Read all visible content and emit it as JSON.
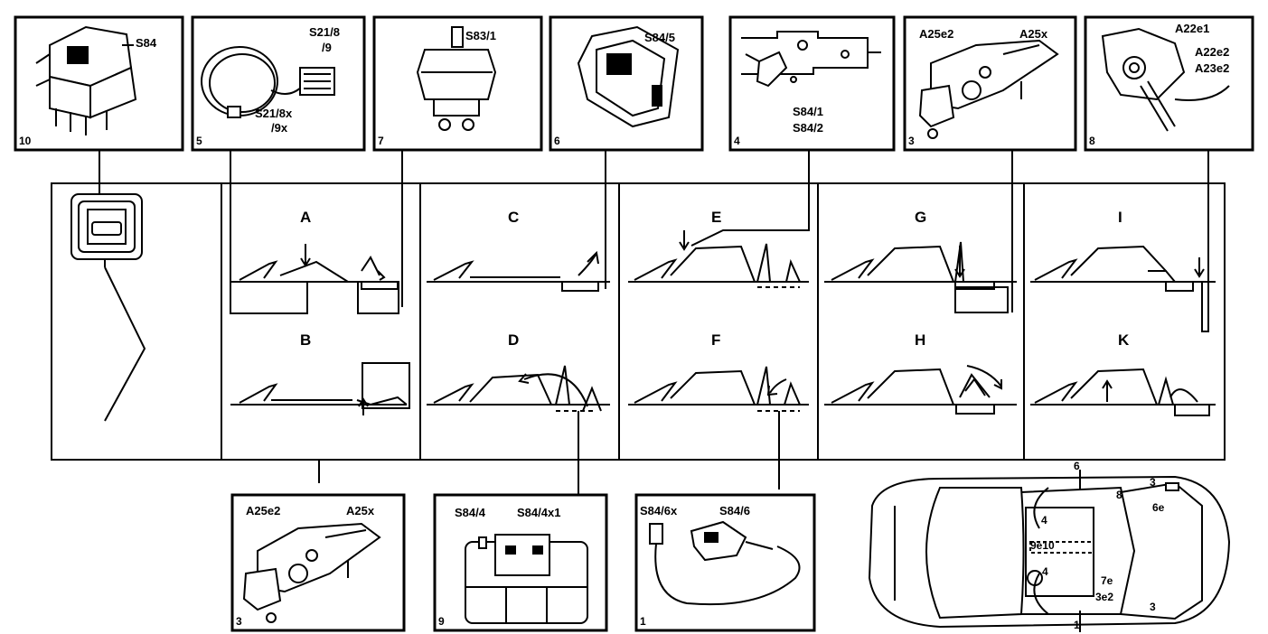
{
  "component_boxes": {
    "top": [
      {
        "number": "10",
        "labels": [
          "S84"
        ]
      },
      {
        "number": "5",
        "labels": [
          "S21/8",
          "/9",
          "S21/8x",
          "/9x"
        ]
      },
      {
        "number": "7",
        "labels": [
          "S83/1"
        ]
      },
      {
        "number": "6",
        "labels": [
          "S84/5"
        ]
      },
      {
        "number": "4",
        "labels": [
          "S84/1",
          "S84/2"
        ]
      },
      {
        "number": "3",
        "labels": [
          "A25e2",
          "A25x"
        ]
      },
      {
        "number": "8",
        "labels": [
          "A22e1",
          "A22e2",
          "A23e2"
        ]
      }
    ],
    "bottom": [
      {
        "number": "3",
        "labels": [
          "A25e2",
          "A25x"
        ]
      },
      {
        "number": "9",
        "labels": [
          "S84/4",
          "S84/4x1"
        ]
      },
      {
        "number": "1",
        "labels": [
          "S84/6x",
          "S84/6"
        ]
      }
    ]
  },
  "sequence_panels": {
    "top_row": [
      "A",
      "C",
      "E",
      "G",
      "I"
    ],
    "bottom_row": [
      "B",
      "D",
      "F",
      "H",
      "K"
    ]
  },
  "car_top_view": {
    "location_labels": [
      "6",
      "3",
      "8",
      "6e",
      "4",
      "9e10",
      "4",
      "7e",
      "3e2",
      "3",
      "1"
    ]
  }
}
